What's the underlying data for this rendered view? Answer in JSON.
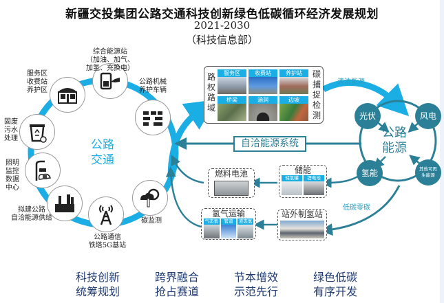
{
  "header": {
    "title": "新疆交投集团公路交通科技创新绿色低碳循环经济发展规划",
    "years": "2021-2030",
    "department": "（科技信息部）"
  },
  "colors": {
    "ring_blue": "#1aaee5",
    "teal": "#2b7f96",
    "slogan_navy": "#1f3b73",
    "caption_blue": "#1aaee5"
  },
  "left_ring": {
    "center_label": "公路\n交通",
    "nodes": [
      {
        "label": "服务区\n收费站\n养护区",
        "icon": "service-station-icon"
      },
      {
        "label": "综合能源站\n（加油、加气、\n加氢、充换电）",
        "icon": "hydrogen-fuel-pump-icon"
      },
      {
        "label": "公路机械\n养护车辆",
        "icon": "maintenance-vehicles-icon"
      },
      {
        "label": "碳监测",
        "icon": "weather-thermometer-icon"
      },
      {
        "label": "公路通信\n铁塔5G基站",
        "icon": "signal-tower-icon"
      },
      {
        "label": "拟建公路\n自洽能源供给",
        "icon": "factory-icon"
      },
      {
        "label": "照明\n监控\n数据\n中心",
        "icon": "street-lamp-camera-icon"
      },
      {
        "label": "固废\n污水\n处理",
        "icon": "recycle-bin-icon"
      }
    ]
  },
  "right_of_way": {
    "side_left": "路权路域",
    "side_right": "碳捕捉检测",
    "photos": [
      "服务区",
      "收费站",
      "养护站",
      "桥梁",
      "涵洞",
      "边坡"
    ]
  },
  "energy_system_label": "自洽能源系统",
  "boxes": {
    "fuel_cell": {
      "title": "燃料电池"
    },
    "storage": {
      "title": "储能",
      "subs": [
        "储氢罐",
        "锂电池"
      ]
    },
    "h2_transport": {
      "title": "氢气运输",
      "subs": [
        "气态氢",
        "管道",
        "液态氢"
      ]
    },
    "offsite_h2": {
      "title": "站外制氢站"
    }
  },
  "right_cycle": {
    "center_label": "公路\n能源",
    "nodes": [
      "光伏",
      "风电",
      "氢能",
      "其他可再\n生能源"
    ],
    "clean_energy_label": "清洁能源",
    "low_carbon_label": "低碳零碳"
  },
  "slogans": [
    [
      "科技创新",
      "跨界融合",
      "节本增效",
      "绿色低碳"
    ],
    [
      "统筹规划",
      "抢占赛道",
      "示范先行",
      "有序开发"
    ]
  ]
}
